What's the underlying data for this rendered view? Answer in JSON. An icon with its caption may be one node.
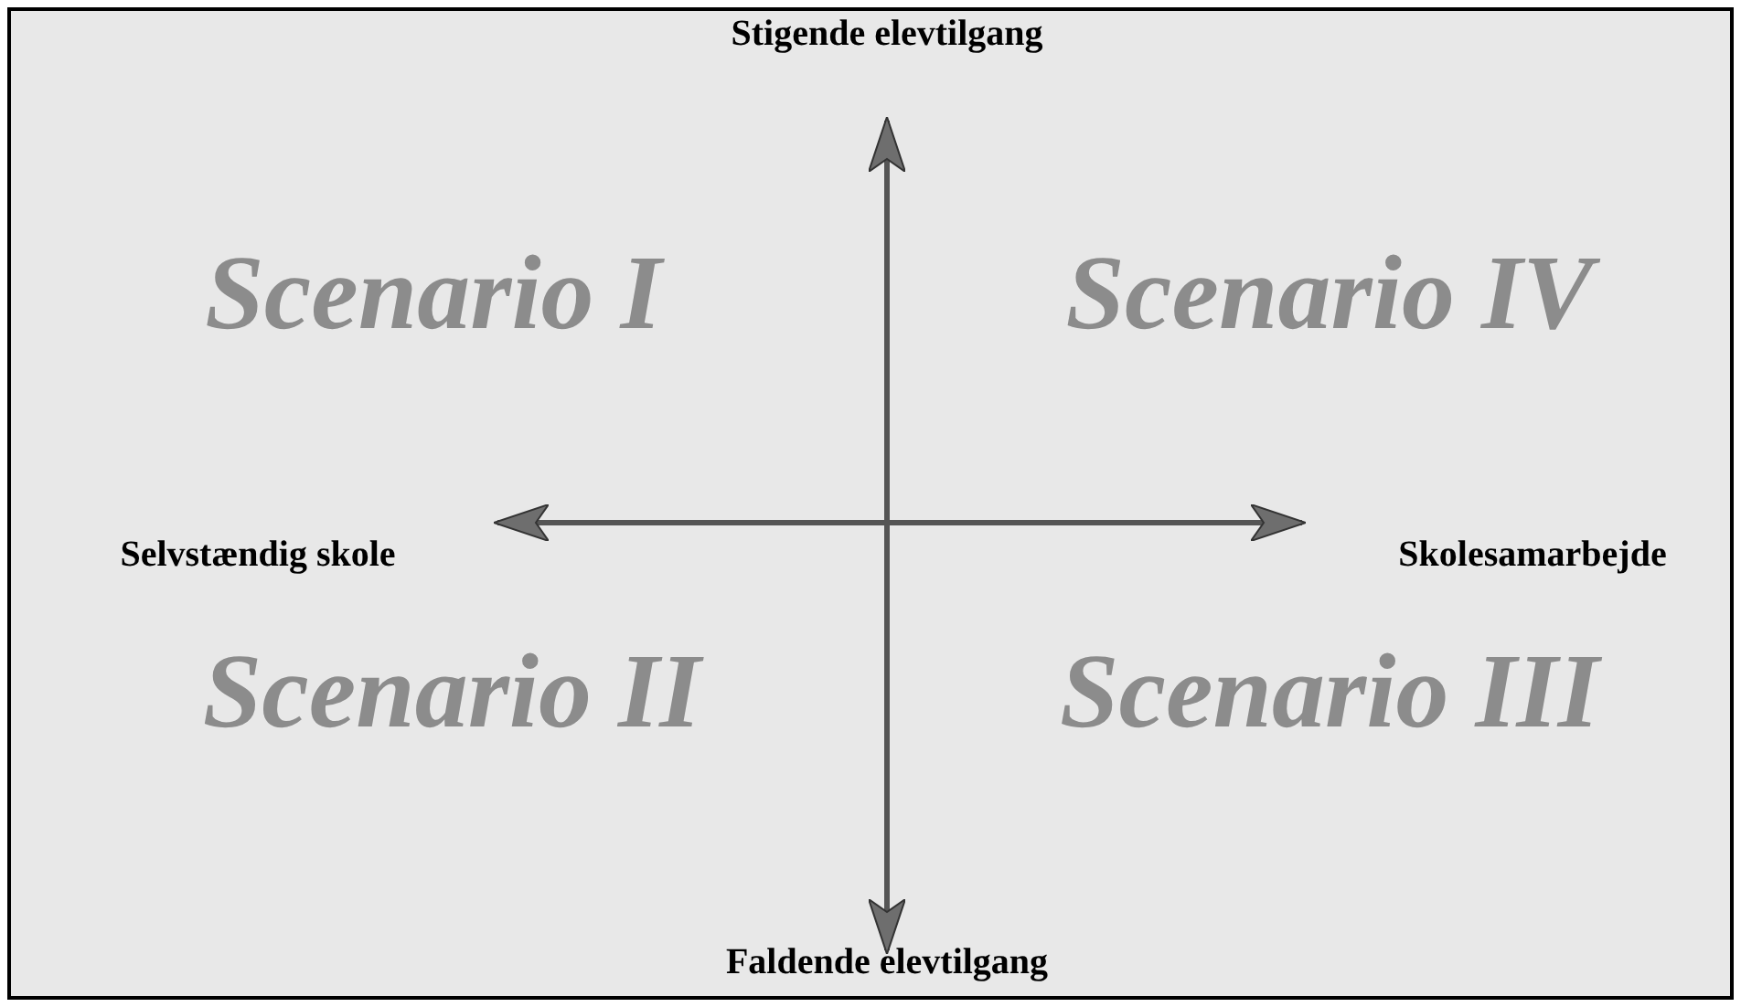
{
  "diagram": {
    "labels": [
      "Stigende elevtilgang",
      "Scenario I",
      "Scenario IV",
      "Selvstændig skole",
      "Skolesamarbejde",
      "Scenario II",
      "Scenario III",
      "Faldende elevtilgang"
    ]
  }
}
